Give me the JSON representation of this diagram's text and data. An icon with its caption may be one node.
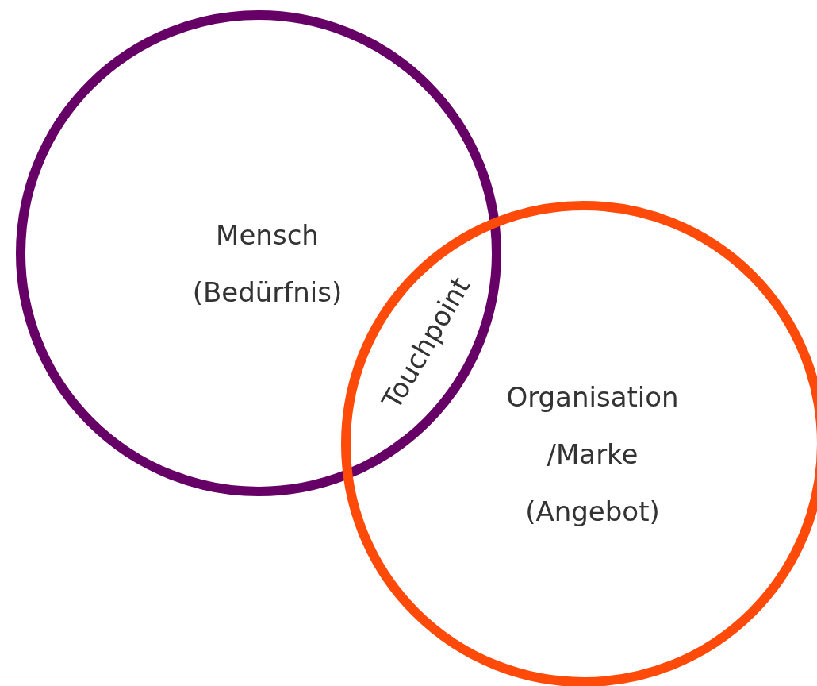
{
  "diagram": {
    "nodes": [
      {
        "text": [
          "Mensch (Bedürfnis)"
        ]
      },
      {
        "text": [
          "Organisation /Marke (Angebot)"
        ]
      }
    ],
    "edges": [],
    "labels": [
      "Touchpoint"
    ]
  }
}
